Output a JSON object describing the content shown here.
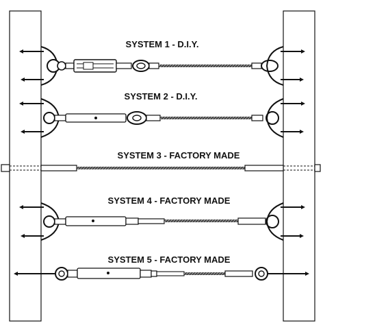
{
  "systems": [
    {
      "label": "SYSTEM 1 - D.I.Y.",
      "type": "diy-turnbuckle-thimble"
    },
    {
      "label": "SYSTEM 2 - D.I.Y.",
      "type": "diy-eye-thimble"
    },
    {
      "label": "SYSTEM 3 - FACTORY MADE",
      "type": "through-post-swage"
    },
    {
      "label": "SYSTEM 4 - FACTORY MADE",
      "type": "eye-screw-swage-turnbuckle"
    },
    {
      "label": "SYSTEM 5 - FACTORY MADE",
      "type": "lag-eye-swage-turnbuckle"
    }
  ],
  "colors": {
    "line": "#111111",
    "post_fill": "#ffffff",
    "cable": "#222222"
  }
}
